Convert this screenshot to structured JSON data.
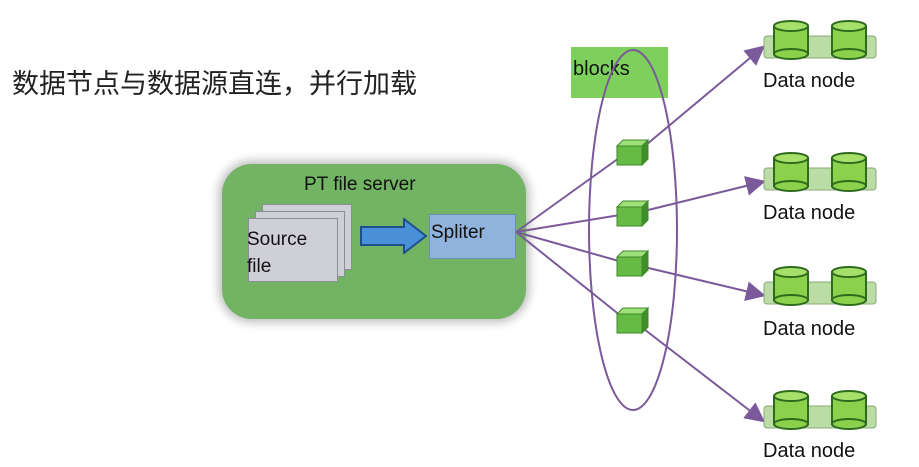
{
  "heading": "数据节点与数据源直连，并行加载",
  "server": {
    "title": "PT file server",
    "source_line1": "Source",
    "source_line2": "file",
    "spliter": "Spliter"
  },
  "blocks_label": "blocks",
  "data_nodes": [
    {
      "label": "Data node"
    },
    {
      "label": "Data node"
    },
    {
      "label": "Data node"
    },
    {
      "label": "Data node"
    }
  ],
  "colors": {
    "server_fill": "#72b464",
    "spliter_fill": "#8fb3dc",
    "block_green": "#66bb44",
    "arrow_purple": "#7a5a9a",
    "cylinder_green": "#8bd14c"
  }
}
